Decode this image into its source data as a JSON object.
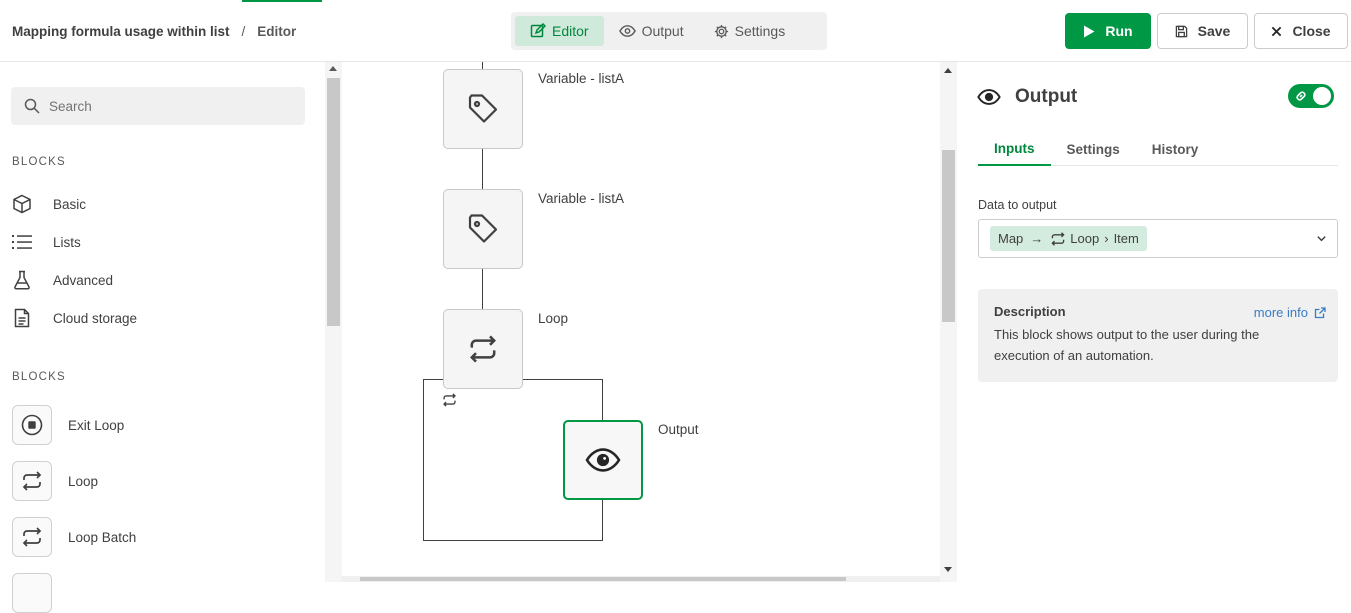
{
  "header": {
    "app_name": "Mapping formula usage within list",
    "separator": "/",
    "page": "Editor",
    "view_tabs": [
      {
        "label": "Editor",
        "icon": "edit-icon",
        "active": true
      },
      {
        "label": "Output",
        "icon": "eye-icon",
        "active": false
      },
      {
        "label": "Settings",
        "icon": "gear-icon",
        "active": false
      }
    ],
    "run_label": "Run",
    "save_label": "Save",
    "close_label": "Close"
  },
  "sidebar": {
    "search_placeholder": "Search",
    "section1_title": "BLOCKS",
    "categories": [
      {
        "label": "Basic",
        "icon": "cube-icon"
      },
      {
        "label": "Lists",
        "icon": "list-icon"
      },
      {
        "label": "Advanced",
        "icon": "flask-icon"
      },
      {
        "label": "Cloud storage",
        "icon": "document-icon"
      }
    ],
    "section2_title": "BLOCKS",
    "blocks": [
      {
        "label": "Exit Loop",
        "icon": "stop-circle-icon"
      },
      {
        "label": "Loop",
        "icon": "loop-icon"
      },
      {
        "label": "Loop Batch",
        "icon": "loop-icon"
      }
    ]
  },
  "canvas": {
    "nodes": [
      {
        "label": "Variable - listA",
        "icon": "tag-icon"
      },
      {
        "label": "Variable - listA",
        "icon": "tag-icon"
      },
      {
        "label": "Loop",
        "icon": "loop-icon"
      },
      {
        "label": "Output",
        "icon": "eye-icon",
        "selected": true
      }
    ]
  },
  "panel": {
    "title": "Output",
    "enabled": true,
    "tabs": [
      {
        "label": "Inputs",
        "active": true
      },
      {
        "label": "Settings",
        "active": false
      },
      {
        "label": "History",
        "active": false
      }
    ],
    "field_label": "Data to output",
    "field_value": {
      "part1": "Map",
      "arrow": "→",
      "part2": "Loop",
      "chevron": "›",
      "part3": "Item"
    },
    "description_title": "Description",
    "more_info": "more info",
    "description_text": "This block shows output to the user during the execution of an automation."
  },
  "colors": {
    "accent": "#009845",
    "accent_light": "#cfe9da",
    "link": "#3a7bc8"
  }
}
